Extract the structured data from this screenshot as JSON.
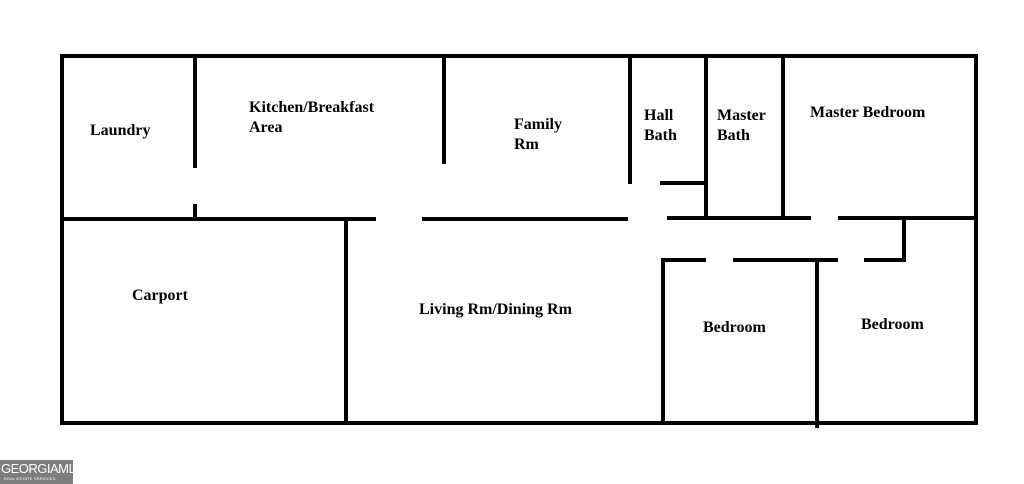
{
  "rooms": {
    "laundry": "Laundry",
    "kitchen_line1": "Kitchen/Breakfast",
    "kitchen_line2": "Area",
    "family_line1": "Family",
    "family_line2": "Rm",
    "hall_bath_line1": "Hall",
    "hall_bath_line2": "Bath",
    "master_bath_line1": "Master",
    "master_bath_line2": "Bath",
    "master_bedroom": "Master Bedroom",
    "carport": "Carport",
    "living_dining": "Living Rm/Dining Rm",
    "bedroom_a": "Bedroom",
    "bedroom_b": "Bedroom"
  },
  "watermark": {
    "main": "GEORGIAMLS",
    "sub": "REAL ESTATE SERVICES"
  },
  "colors": {
    "wall": "#000000",
    "background": "#ffffff",
    "watermark_bg": "#7d7d7d"
  }
}
